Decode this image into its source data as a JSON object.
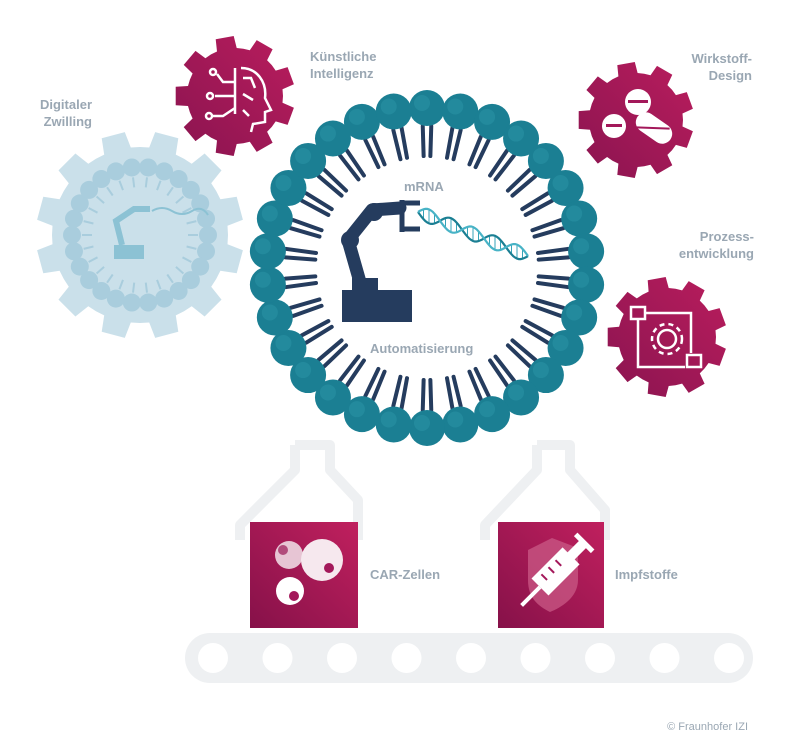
{
  "labels": {
    "digital_twin": [
      "Digitaler",
      "Zwilling"
    ],
    "ai": [
      "Künstliche",
      "Intelligenz"
    ],
    "drug_design": [
      "Wirkstoff-",
      "Design"
    ],
    "process_dev": [
      "Prozess-",
      "entwicklung"
    ],
    "mrna": "mRNA",
    "automation": "Automatisierung",
    "car_cells": "CAR-Zellen",
    "vaccines": "Impfstoffe"
  },
  "copyright": "© Fraunhofer IZI",
  "colors": {
    "magenta": "#a3185a",
    "magenta_dark": "#7e1447",
    "teal": "#1b7f93",
    "teal_dark": "#1c5f72",
    "navy": "#253c5e",
    "light_blue": "#c4dde8",
    "label_gray": "#9aa7b3",
    "machine_gray": "#eef0f2"
  },
  "icons": [
    "brain-circuit-icon",
    "pills-icon",
    "process-flow-icon",
    "cells-icon",
    "syringe-shield-icon",
    "robot-arm-icon",
    "dna-helix-icon"
  ]
}
